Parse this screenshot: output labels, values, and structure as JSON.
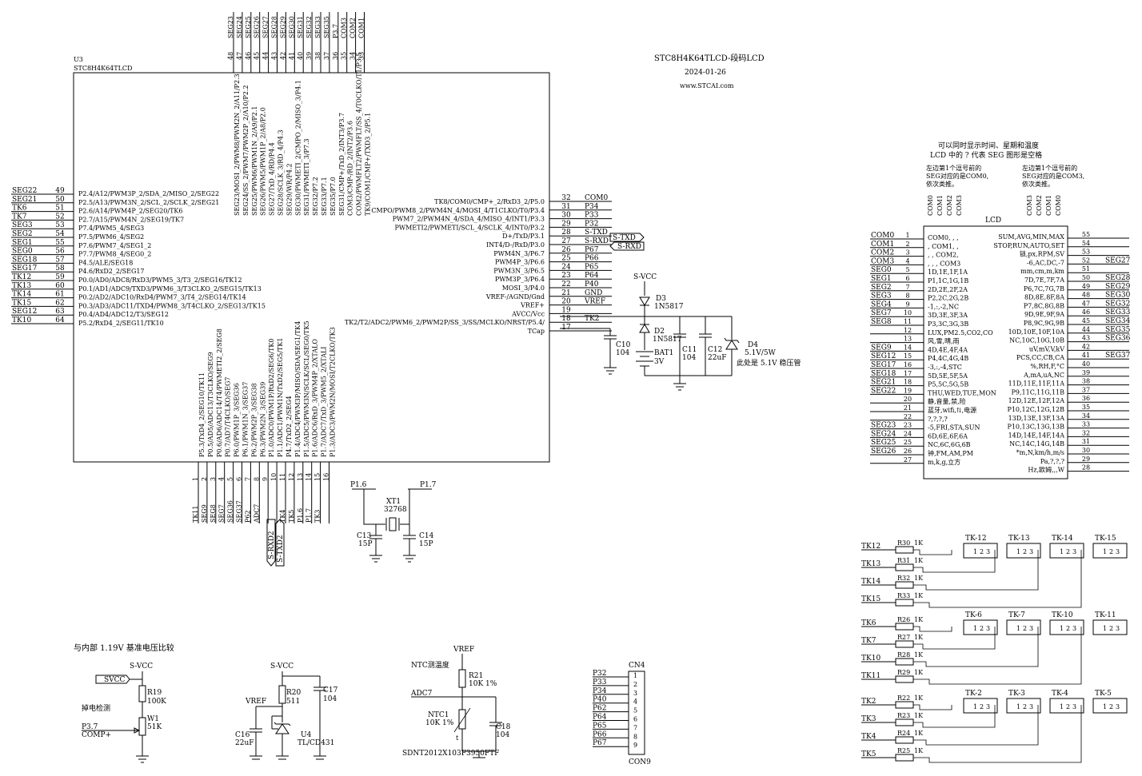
{
  "header": {
    "title": "STC8H4K64TLCD-段码LCD",
    "date": "2024-01-26",
    "url": "www.STCAI.com"
  },
  "mcu": {
    "ref": "U3",
    "part": "STC8H4K64TLCD",
    "left_pins": [
      {
        "net": "SEG22",
        "num": "49",
        "func": "P2.4/A12/PWM3P_2/SDA_2/MISO_2/SEG22"
      },
      {
        "net": "SEG21",
        "num": "50",
        "func": "P2.5/A13/PWM3N_2/SCL_2/SCLK_2/SEG21"
      },
      {
        "net": "TK6",
        "num": "51",
        "func": "P2.6/A14/PWM4P_2/SEG20/TK6"
      },
      {
        "net": "TK7",
        "num": "52",
        "func": "P2.7/A15/PWM4N_2/SEG19/TK7"
      },
      {
        "net": "SEG3",
        "num": "53",
        "func": "P7.4/PWM5_4/SEG3"
      },
      {
        "net": "SEG2",
        "num": "54",
        "func": "P7.5/PWM6_4/SEG2"
      },
      {
        "net": "SEG1",
        "num": "55",
        "func": "P7.6/PWM7_4/SEG1_2"
      },
      {
        "net": "SEG0",
        "num": "56",
        "func": "P7.7/PWM8_4/SEG0_2"
      },
      {
        "net": "SEG18",
        "num": "57",
        "func": "P4.5/ALE/SEG18"
      },
      {
        "net": "SEG17",
        "num": "58",
        "func": "P4.6/RxD2_2/SEG17"
      },
      {
        "net": "TK12",
        "num": "59",
        "func": "P0.0/AD0/ADC8/RxD3/PWM5_3/T3_2/SEG16/TK12"
      },
      {
        "net": "TK13",
        "num": "60",
        "func": "P0.1/AD1/ADC9/TXD3/PWM6_3/T3CLKO_2/SEG15/TK13"
      },
      {
        "net": "TK14",
        "num": "61",
        "func": "P0.2/AD2/ADC10/RxD4/PWM7_3/T4_2/SEG14/TK14"
      },
      {
        "net": "TK15",
        "num": "62",
        "func": "P0.3/AD3/ADC11/TXD4/PWM8_3/T4CLKO_2/SEG13/TK15"
      },
      {
        "net": "SEG12",
        "num": "63",
        "func": "P0.4/AD4/ADC12/T3/SEG12"
      },
      {
        "net": "TK10",
        "num": "64",
        "func": "P5.2/RxD4_2/SEG11/TK10"
      }
    ],
    "right_pins": [
      {
        "num": "32",
        "net": "COM0",
        "func": "TK8/COM0/CMP+_2/RxD3_2/P5.0"
      },
      {
        "num": "31",
        "net": "P34",
        "func": "CMPO/PWM8_2/PWM4N_4/MOSI_4/T1CLKO/T0/P3.4"
      },
      {
        "num": "30",
        "net": "P33",
        "func": "PWM7_2/PWM4N_4/SDA_4/MISO_4/INT1/P3.3"
      },
      {
        "num": "29",
        "net": "P32",
        "func": "PWMETI2/PWMETI/SCL_4/SCLK_4/INT0/P3.2"
      },
      {
        "num": "28",
        "net": "S-TXD",
        "func": "D+/TxD/P3.1"
      },
      {
        "num": "27",
        "net": "S-RXD",
        "func": "INT4/D-/RxD/P3.0"
      },
      {
        "num": "26",
        "net": "P67",
        "func": "PWM4N_3/P6.7"
      },
      {
        "num": "25",
        "net": "P66",
        "func": "PWM4P_3/P6.6"
      },
      {
        "num": "24",
        "net": "P65",
        "func": "PWM3N_3/P6.5"
      },
      {
        "num": "23",
        "net": "P64",
        "func": "PWM3P_3/P6.4"
      },
      {
        "num": "22",
        "net": "P40",
        "func": "MOSI_3/P4.0"
      },
      {
        "num": "21",
        "net": "GND",
        "func": "VREF-/AGND/Gnd"
      },
      {
        "num": "20",
        "net": "VREF",
        "func": "VREF+"
      },
      {
        "num": "19",
        "net": "",
        "func": "AVCC/Vcc"
      },
      {
        "num": "18",
        "net": "TK2",
        "func": "TK2/T2/ADC2/PWM6_2/PWM2P/SS_3/SS/MCLKO/NRST/P5.4/"
      },
      {
        "num": "17",
        "net": "",
        "func": "TCap"
      }
    ],
    "top_pins": [
      {
        "net": "SEG23",
        "num": "48",
        "func": "SEG23/MOSI_2/PWM8/PWM2N_2/A11/P2.3"
      },
      {
        "net": "SEG24",
        "num": "47",
        "func": "SEG24/SS_2/PWM7/PWM2P_2/A10/P2.2"
      },
      {
        "net": "SEG25",
        "num": "46",
        "func": "SEG25/PWM6/PWM1N_2/A9/P2.1"
      },
      {
        "net": "SEG26",
        "num": "45",
        "func": "SEG26/PWM5/PWM1P_2/A8/P2.0"
      },
      {
        "net": "SEG27",
        "num": "44",
        "func": "SEG27/TxD_4/RD/P4.4"
      },
      {
        "net": "SEG28",
        "num": "43",
        "func": "SEG28/SCLK_3/RD_4/P4.3"
      },
      {
        "net": "SEG29",
        "num": "42",
        "func": "SEG29/WR/P4.2"
      },
      {
        "net": "SEG30",
        "num": "41",
        "func": "SEG30/PWMETI_2/CMPO_2/MISO_3/P4.1"
      },
      {
        "net": "SEG31",
        "num": "40",
        "func": "SEG31/PWMETI_3/P7.3"
      },
      {
        "net": "SEG32",
        "num": "39",
        "func": "SEG32/P7.2"
      },
      {
        "net": "SEG33",
        "num": "38",
        "func": "SEG33/P7.1"
      },
      {
        "net": "SEG35",
        "num": "37",
        "func": "SEG35/P7.0"
      },
      {
        "net": "P3.7",
        "num": "36",
        "func": "SEG31/CMP+/TxD_2/INT3/P3.7"
      },
      {
        "net": "COM3",
        "num": "35",
        "func": "COM3/CMP-/RD_2/INT2/P3.6"
      },
      {
        "net": "COM2",
        "num": "34",
        "func": "COM2/PWMFLT2/PWMFLT/SS_4/T0CLKO/T1/P3.5"
      },
      {
        "net": "COM1",
        "num": "33",
        "func": "TK9/COM1/CMP+/TXD3_2/P5.1"
      }
    ],
    "bottom_pins": [
      {
        "net": "TK11",
        "num": "1",
        "func": "P5.3/TxD4_2/SEG10/TK11"
      },
      {
        "net": "SEG9",
        "num": "2",
        "func": "P0.5/AD5/ADC13/T3CLKO/SEG9"
      },
      {
        "net": "SEG8",
        "num": "3",
        "func": "P0.6/AD6/ADC14/T4/PWMETI2_2/SEG8"
      },
      {
        "net": "SEG7",
        "num": "4",
        "func": "P0.7/AD7/T4CLKO/SEG7"
      },
      {
        "net": "SEG36",
        "num": "5",
        "func": "P6.0/PWM1P_3/SEG36"
      },
      {
        "net": "SEG37",
        "num": "6",
        "func": "P6.1/PWM1N_3/SEG37"
      },
      {
        "net": "P62",
        "num": "7",
        "func": "P6.2/PWM2P_3/SEG38"
      },
      {
        "net": "ADC7",
        "num": "8",
        "func": "P6.3/PWM2N_3/SEG39"
      },
      {
        "net": "S-RXD2",
        "num": "9",
        "func": "P1.0/ADC0/PWM1P/RxD2/SEG6/TK0"
      },
      {
        "net": "S-TXD2",
        "num": "10",
        "func": "P1.1/ADC1/PWM1N/TxD2/SEG5/TK1"
      },
      {
        "net": "TK4",
        "num": "11",
        "func": "P4.7/TxD2_2/SEG4"
      },
      {
        "net": "TK5",
        "num": "12",
        "func": "P1.4/ADC4/PWM3P/MISO/SDA/SEG1/TK4"
      },
      {
        "net": "P1.6",
        "num": "13",
        "func": "P1.5/ADC5/PWM3N/SCLK/SCL/SEG0/TK5"
      },
      {
        "net": "P1.7",
        "num": "14",
        "func": "P1.6/ADC6/RxD_3/PWM4P_2/XTALO"
      },
      {
        "net": "TK3",
        "num": "15",
        "func": "P1.7/ADC7/TxD_3/PWM5_2/XTALI"
      },
      {
        "net": "",
        "num": "16",
        "func": "P1.3/ADC3/PWM2N/MOSI/T2CLKO/TK3"
      }
    ]
  },
  "serial": {
    "tx": "S-TXD",
    "rx": "S-RXD",
    "bottom": [
      "S-RXD2",
      "S-TXD2"
    ]
  },
  "power": {
    "svcc": "S-VCC",
    "d3": [
      "D3",
      "1N5817"
    ],
    "d2": [
      "D2",
      "1N5817"
    ],
    "bat": [
      "BAT1",
      "3V"
    ],
    "c10": [
      "C10",
      "104"
    ],
    "c11": [
      "C11",
      "104"
    ],
    "c12": [
      "C12",
      "22uF"
    ],
    "d4": [
      "D4",
      "5.1V/5W"
    ],
    "d4_note": "此处是 5.1V 稳压管"
  },
  "crystal": {
    "p16": "P1.6",
    "p17": "P1.7",
    "ref": "XT1",
    "val": "32768",
    "c13": [
      "C13",
      "15P"
    ],
    "c14": [
      "C14",
      "15P"
    ]
  },
  "lcd": {
    "note": [
      "可以同时显示时间、星期和温度",
      "LCD 中的 ? 代表 SEG 图形是空格"
    ],
    "note_left": [
      "左边第1个逗号前的",
      "SEG对应的是COM0,",
      "依次类推。"
    ],
    "note_right": [
      "左边第1个逗号前的",
      "SEG对应的是COM3,",
      "依次类推。"
    ],
    "com_left": [
      "COM0",
      "COM1",
      "COM2",
      "COM3"
    ],
    "com_right": [
      "COM3",
      "COM2",
      "COM1",
      "COM0"
    ],
    "title": "LCD",
    "left": [
      {
        "net": "COM0",
        "num": "1",
        "text": "COM0, , ,"
      },
      {
        "net": "COM1",
        "num": "2",
        "text": ", COM1, ,"
      },
      {
        "net": "COM2",
        "num": "3",
        "text": ", , COM2,"
      },
      {
        "net": "COM3",
        "num": "4",
        "text": ", , , COM3"
      },
      {
        "net": "SEG0",
        "num": "5",
        "text": "1D,1E,1F,1A"
      },
      {
        "net": "SEG1",
        "num": "6",
        "text": "P1,1C,1G,1B"
      },
      {
        "net": "SEG2",
        "num": "7",
        "text": "2D,2E,2F,2A"
      },
      {
        "net": "SEG3",
        "num": "8",
        "text": "P2,2C,2G,2B"
      },
      {
        "net": "SEG4",
        "num": "9",
        "text": "-1,:,-2,NC"
      },
      {
        "net": "SEG7",
        "num": "10",
        "text": "3D,3E,3F,3A"
      },
      {
        "net": "SEG8",
        "num": "11",
        "text": "P3,3C,3G,3B"
      },
      {
        "net": "",
        "num": "12",
        "text": "LUX,PM2.5,CO2,CO"
      },
      {
        "net": "",
        "num": "13",
        "text": "风,雪,晴,雨"
      },
      {
        "net": "SEG9",
        "num": "14",
        "text": "4D,4E,4F,4A"
      },
      {
        "net": "SEG12",
        "num": "15",
        "text": "P4,4C,4G,4B"
      },
      {
        "net": "SEG17",
        "num": "16",
        "text": "-3,:,-4,STC"
      },
      {
        "net": "SEG18",
        "num": "17",
        "text": "5D,5E,5F,5A"
      },
      {
        "net": "SEG21",
        "num": "18",
        "text": "P5,5C,5G,5B"
      },
      {
        "net": "SEG22",
        "num": "19",
        "text": "THU,WED,TUE,MON"
      },
      {
        "net": "",
        "num": "20",
        "text": "静,音量,禁,险"
      },
      {
        "net": "",
        "num": "21",
        "text": "蓝牙,wifi,⇅,电源"
      },
      {
        "net": "",
        "num": "22",
        "text": "?,?,?,?"
      },
      {
        "net": "SEG23",
        "num": "23",
        "text": "-5,FRI,STA,SUN"
      },
      {
        "net": "SEG24",
        "num": "24",
        "text": "6D,6E,6F,6A"
      },
      {
        "net": "SEG25",
        "num": "25",
        "text": "NC,6C,6G,6B"
      },
      {
        "net": "SEG26",
        "num": "26",
        "text": "钟,FM,AM,PM"
      },
      {
        "net": "",
        "num": "27",
        "text": "m,k,g,立方"
      }
    ],
    "right": [
      {
        "net": "",
        "num": "55",
        "text": "SUM,AVG,MIN,MAX"
      },
      {
        "net": "",
        "num": "54",
        "text": "STOP,RUN,AUTO,SET"
      },
      {
        "net": "",
        "num": "53",
        "text": "锁,px,RPM,SV"
      },
      {
        "net": "SEG27",
        "num": "52",
        "text": "-6,AC,DC,-7"
      },
      {
        "net": "",
        "num": "51",
        "text": "mm,cm,m,km"
      },
      {
        "net": "SEG28",
        "num": "50",
        "text": "7D,7E,7F,7A"
      },
      {
        "net": "SEG29",
        "num": "49",
        "text": "P6,7C,7G,7B"
      },
      {
        "net": "SEG30",
        "num": "48",
        "text": "8D,8E,8F,8A"
      },
      {
        "net": "SEG32",
        "num": "47",
        "text": "P7,8C,8G,8B"
      },
      {
        "net": "SEG33",
        "num": "46",
        "text": "9D,9E,9F,9A"
      },
      {
        "net": "SEG34",
        "num": "45",
        "text": "P8,9C,9G,9B"
      },
      {
        "net": "SEG35",
        "num": "44",
        "text": "10D,10E,10F,10A"
      },
      {
        "net": "SEG36",
        "num": "43",
        "text": "NC,10C,10G,10B"
      },
      {
        "net": "",
        "num": "42",
        "text": "uV,mV,V,kV"
      },
      {
        "net": "SEG37",
        "num": "41",
        "text": "PCS,CC,CB,CA"
      },
      {
        "net": "",
        "num": "40",
        "text": "%,RH,F,°C"
      },
      {
        "net": "",
        "num": "39",
        "text": "A,mA,uA,NC"
      },
      {
        "net": "",
        "num": "38",
        "text": "11D,11E,11F,11A"
      },
      {
        "net": "",
        "num": "37",
        "text": "P9,11C,11G,11B"
      },
      {
        "net": "",
        "num": "36",
        "text": "12D,12E,12F,12A"
      },
      {
        "net": "",
        "num": "35",
        "text": "P10,12C,12G,12B"
      },
      {
        "net": "",
        "num": "34",
        "text": "13D,13E,13F,13A"
      },
      {
        "net": "",
        "num": "33",
        "text": "P10,13C,13G,13B"
      },
      {
        "net": "",
        "num": "32",
        "text": "14D,14E,14F,14A"
      },
      {
        "net": "",
        "num": "31",
        "text": "NC,14C,14G,14B"
      },
      {
        "net": "",
        "num": "30",
        "text": "*m,N,km/h,m/s"
      },
      {
        "net": "",
        "num": "29",
        "text": "Pa,?,?,?"
      },
      {
        "net": "",
        "num": "28",
        "text": "Hz,欧姆,,,W"
      }
    ]
  },
  "touch_groups": [
    {
      "rows": [
        {
          "net": "TK12",
          "r": "R30",
          "v": "1K"
        },
        {
          "net": "TK13",
          "r": "R31",
          "v": "1K"
        },
        {
          "net": "TK14",
          "r": "R32",
          "v": "1K"
        },
        {
          "net": "TK15",
          "r": "R33",
          "v": "1K"
        }
      ],
      "keys": [
        "TK-12",
        "TK-13",
        "TK-14",
        "TK-15"
      ]
    },
    {
      "rows": [
        {
          "net": "TK6",
          "r": "R26",
          "v": "1K"
        },
        {
          "net": "TK7",
          "r": "R27",
          "v": "1K"
        },
        {
          "net": "TK10",
          "r": "R28",
          "v": "1K"
        },
        {
          "net": "TK11",
          "r": "R29",
          "v": "1K"
        }
      ],
      "keys": [
        "TK-6",
        "TK-7",
        "TK-10",
        "TK-11"
      ]
    },
    {
      "rows": [
        {
          "net": "TK2",
          "r": "R22",
          "v": "1K"
        },
        {
          "net": "TK3",
          "r": "R23",
          "v": "1K"
        },
        {
          "net": "TK4",
          "r": "R24",
          "v": "1K"
        },
        {
          "net": "TK5",
          "r": "R25",
          "v": "1K"
        }
      ],
      "keys": [
        "TK-2",
        "TK-3",
        "TK-4",
        "TK-5"
      ]
    }
  ],
  "touch_pins": [
    "1",
    "2",
    "3"
  ],
  "comparator": {
    "title": "与内部 1.19V 基准电压比较",
    "svcc": "S-VCC",
    "svcc_label": "SVCC",
    "r19": [
      "R19",
      "100K"
    ],
    "w1": [
      "W1",
      "51K"
    ],
    "note": "掉电检测",
    "p37": "P3.7",
    "comp": "COMP+"
  },
  "vref": {
    "svcc": "S-VCC",
    "vref": "VREF",
    "r20": [
      "R20",
      "511"
    ],
    "c17": [
      "C17",
      "104"
    ],
    "c16": [
      "C16",
      "22uF"
    ],
    "u4": [
      "U4",
      "TL/CD431"
    ]
  },
  "ntc": {
    "vref": "VREF",
    "title": "NTC测温度",
    "r21": [
      "R21",
      "10K 1%"
    ],
    "adc": "ADC7",
    "ntc": [
      "NTC1",
      "10K 1%"
    ],
    "t": "t",
    "c18": [
      "C18",
      "104"
    ],
    "part": "SDNT2012X103F3950FTF"
  },
  "connector": {
    "ref": "CN4",
    "part": "CON9",
    "pins": [
      {
        "net": "P32",
        "num": "1"
      },
      {
        "net": "P33",
        "num": "2"
      },
      {
        "net": "P34",
        "num": "3"
      },
      {
        "net": "P40",
        "num": "4"
      },
      {
        "net": "P62",
        "num": "5"
      },
      {
        "net": "P64",
        "num": "6"
      },
      {
        "net": "P65",
        "num": "7"
      },
      {
        "net": "P66",
        "num": "8"
      },
      {
        "net": "P67",
        "num": "9"
      }
    ]
  }
}
